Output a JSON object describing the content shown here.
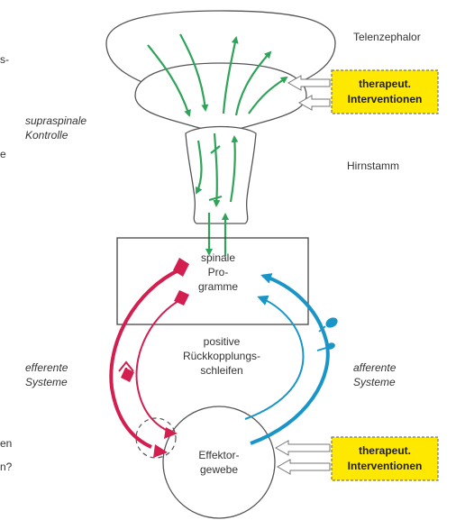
{
  "left_edge_fragments": [
    "s-",
    "e",
    "en",
    "n?"
  ],
  "labels": {
    "telencephalon": "Telenzephalor",
    "hirnstamm": "Hirnstamm",
    "supraspinal": [
      "supraspinale",
      "Kontrolle"
    ],
    "spinal_programs": [
      "spinale",
      "Pro-",
      "gramme"
    ],
    "feedback_loops": [
      "positive",
      "Rückkopplungs-",
      "schleifen"
    ],
    "efferent": [
      "efferente",
      "Systeme"
    ],
    "afferent": [
      "afferente",
      "Systeme"
    ],
    "effector": [
      "Effektor-",
      "gewebe"
    ]
  },
  "interventions": [
    {
      "lines": [
        "therapeut.",
        "Interventionen"
      ]
    },
    {
      "lines": [
        "therapeut.",
        "Interventionen"
      ]
    }
  ],
  "colors": {
    "green": "#2fa35a",
    "red": "#d21f4f",
    "blue": "#1a95c8",
    "intervention_fill": "#ffe800",
    "outline": "#555555"
  }
}
